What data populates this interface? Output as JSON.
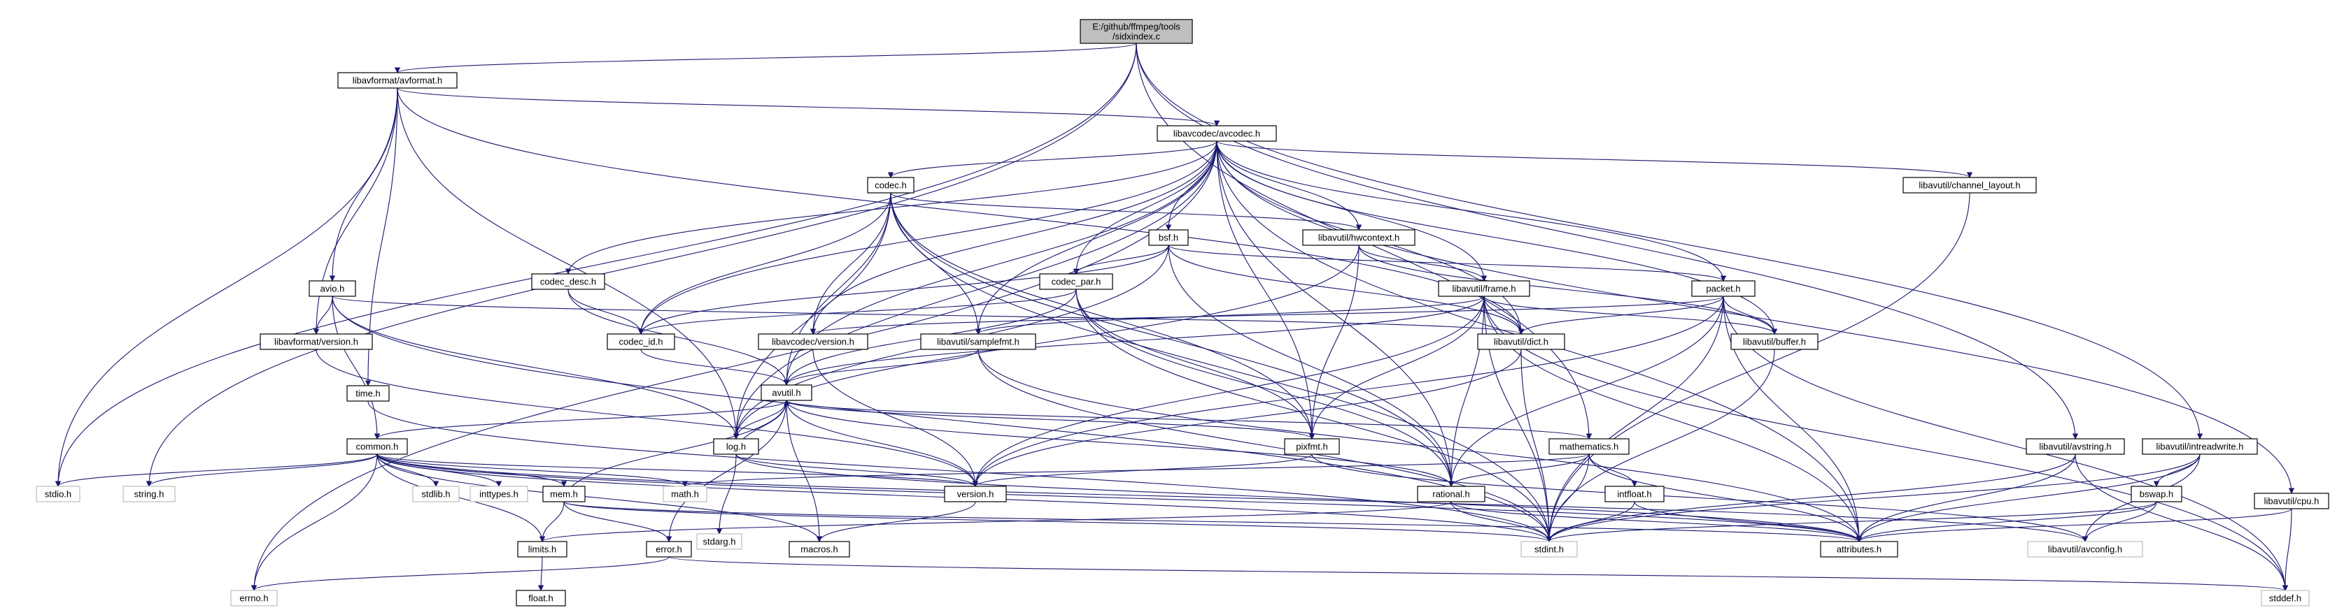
{
  "root": "E:/github/ffmpeg/tools\n/sidxindex.c",
  "nodes": [
    {
      "id": "root",
      "label": "E:/github/ffmpeg/tools\n/sidxindex.c",
      "kind": "root"
    },
    {
      "id": "avformat",
      "label": "libavformat/avformat.h",
      "kind": "normal"
    },
    {
      "id": "avcodec",
      "label": "libavcodec/avcodec.h",
      "kind": "normal"
    },
    {
      "id": "codec",
      "label": "codec.h",
      "kind": "normal"
    },
    {
      "id": "bsf",
      "label": "bsf.h",
      "kind": "normal"
    },
    {
      "id": "hwcontext",
      "label": "libavutil/hwcontext.h",
      "kind": "normal"
    },
    {
      "id": "channel_layout",
      "label": "libavutil/channel_layout.h",
      "kind": "normal"
    },
    {
      "id": "codec_desc",
      "label": "codec_desc.h",
      "kind": "normal"
    },
    {
      "id": "codec_par",
      "label": "codec_par.h",
      "kind": "normal"
    },
    {
      "id": "frame",
      "label": "libavutil/frame.h",
      "kind": "normal"
    },
    {
      "id": "packet",
      "label": "packet.h",
      "kind": "normal"
    },
    {
      "id": "avio",
      "label": "avio.h",
      "kind": "normal"
    },
    {
      "id": "lavf_version",
      "label": "libavformat/version.h",
      "kind": "normal"
    },
    {
      "id": "codec_id",
      "label": "codec_id.h",
      "kind": "normal"
    },
    {
      "id": "lavc_version",
      "label": "libavcodec/version.h",
      "kind": "normal"
    },
    {
      "id": "samplefmt",
      "label": "libavutil/samplefmt.h",
      "kind": "normal"
    },
    {
      "id": "dict",
      "label": "libavutil/dict.h",
      "kind": "normal"
    },
    {
      "id": "buffer",
      "label": "libavutil/buffer.h",
      "kind": "normal"
    },
    {
      "id": "time",
      "label": "time.h",
      "kind": "normal"
    },
    {
      "id": "avutil",
      "label": "avutil.h",
      "kind": "normal"
    },
    {
      "id": "common",
      "label": "common.h",
      "kind": "normal"
    },
    {
      "id": "log",
      "label": "log.h",
      "kind": "normal"
    },
    {
      "id": "pixfmt",
      "label": "pixfmt.h",
      "kind": "normal"
    },
    {
      "id": "mathematics",
      "label": "mathematics.h",
      "kind": "normal"
    },
    {
      "id": "avstring",
      "label": "libavutil/avstring.h",
      "kind": "normal"
    },
    {
      "id": "intreadwrite",
      "label": "libavutil/intreadwrite.h",
      "kind": "normal"
    },
    {
      "id": "stdio",
      "label": "stdio.h",
      "kind": "missing"
    },
    {
      "id": "string",
      "label": "string.h",
      "kind": "missing"
    },
    {
      "id": "stdlib",
      "label": "stdlib.h",
      "kind": "missing"
    },
    {
      "id": "inttypes",
      "label": "inttypes.h",
      "kind": "missing"
    },
    {
      "id": "mem",
      "label": "mem.h",
      "kind": "normal"
    },
    {
      "id": "math",
      "label": "math.h",
      "kind": "missing"
    },
    {
      "id": "version",
      "label": "version.h",
      "kind": "normal"
    },
    {
      "id": "rational",
      "label": "rational.h",
      "kind": "normal"
    },
    {
      "id": "intfloat",
      "label": "intfloat.h",
      "kind": "normal"
    },
    {
      "id": "bswap",
      "label": "bswap.h",
      "kind": "normal"
    },
    {
      "id": "cpu",
      "label": "libavutil/cpu.h",
      "kind": "normal"
    },
    {
      "id": "stdarg",
      "label": "stdarg.h",
      "kind": "missing"
    },
    {
      "id": "limits",
      "label": "limits.h",
      "kind": "normal"
    },
    {
      "id": "error",
      "label": "error.h",
      "kind": "normal"
    },
    {
      "id": "macros",
      "label": "macros.h",
      "kind": "normal"
    },
    {
      "id": "stdint",
      "label": "stdint.h",
      "kind": "missing"
    },
    {
      "id": "attributes",
      "label": "attributes.h",
      "kind": "normal"
    },
    {
      "id": "avconfig",
      "label": "libavutil/avconfig.h",
      "kind": "missing"
    },
    {
      "id": "errno",
      "label": "errno.h",
      "kind": "missing"
    },
    {
      "id": "float",
      "label": "float.h",
      "kind": "normal"
    },
    {
      "id": "stddef",
      "label": "stddef.h",
      "kind": "missing"
    }
  ],
  "edges": [
    [
      "root",
      "avformat"
    ],
    [
      "root",
      "stdio"
    ],
    [
      "root",
      "string"
    ],
    [
      "root",
      "avstring"
    ],
    [
      "root",
      "intreadwrite"
    ],
    [
      "root",
      "mathematics"
    ],
    [
      "avformat",
      "time"
    ],
    [
      "avformat",
      "stdio"
    ],
    [
      "avformat",
      "avcodec"
    ],
    [
      "avformat",
      "dict"
    ],
    [
      "avformat",
      "log"
    ],
    [
      "avformat",
      "avio"
    ],
    [
      "avformat",
      "lavf_version"
    ],
    [
      "avcodec",
      "errno"
    ],
    [
      "avcodec",
      "codec_desc"
    ],
    [
      "avcodec",
      "codec"
    ],
    [
      "avcodec",
      "bsf"
    ],
    [
      "avcodec",
      "hwcontext"
    ],
    [
      "avcodec",
      "channel_layout"
    ],
    [
      "avcodec",
      "frame"
    ],
    [
      "avcodec",
      "packet"
    ],
    [
      "avcodec",
      "codec_par"
    ],
    [
      "avcodec",
      "codec_id"
    ],
    [
      "avcodec",
      "lavc_version"
    ],
    [
      "avcodec",
      "samplefmt"
    ],
    [
      "avcodec",
      "dict"
    ],
    [
      "avcodec",
      "buffer"
    ],
    [
      "avcodec",
      "avutil"
    ],
    [
      "avcodec",
      "log"
    ],
    [
      "avcodec",
      "pixfmt"
    ],
    [
      "avcodec",
      "rational"
    ],
    [
      "avcodec",
      "attributes"
    ],
    [
      "avcodec",
      "cpu"
    ],
    [
      "codec",
      "hwcontext"
    ],
    [
      "codec",
      "codec_id"
    ],
    [
      "codec",
      "lavc_version"
    ],
    [
      "codec",
      "samplefmt"
    ],
    [
      "codec",
      "avutil"
    ],
    [
      "codec",
      "log"
    ],
    [
      "codec",
      "pixfmt"
    ],
    [
      "codec",
      "rational"
    ],
    [
      "codec",
      "stdint"
    ],
    [
      "bsf",
      "codec_par"
    ],
    [
      "bsf",
      "packet"
    ],
    [
      "bsf",
      "codec_id"
    ],
    [
      "bsf",
      "dict"
    ],
    [
      "bsf",
      "log"
    ],
    [
      "bsf",
      "rational"
    ],
    [
      "hwcontext",
      "frame"
    ],
    [
      "hwcontext",
      "buffer"
    ],
    [
      "hwcontext",
      "pixfmt"
    ],
    [
      "hwcontext",
      "log"
    ],
    [
      "channel_layout",
      "stdint"
    ],
    [
      "codec_desc",
      "codec_id"
    ],
    [
      "codec_desc",
      "avutil"
    ],
    [
      "codec_par",
      "codec_id"
    ],
    [
      "codec_par",
      "avutil"
    ],
    [
      "codec_par",
      "pixfmt"
    ],
    [
      "codec_par",
      "rational"
    ],
    [
      "codec_par",
      "stdint"
    ],
    [
      "frame",
      "avutil"
    ],
    [
      "frame",
      "dict"
    ],
    [
      "frame",
      "buffer"
    ],
    [
      "frame",
      "pixfmt"
    ],
    [
      "frame",
      "samplefmt"
    ],
    [
      "frame",
      "rational"
    ],
    [
      "frame",
      "version"
    ],
    [
      "frame",
      "stdint"
    ],
    [
      "frame",
      "stddef"
    ],
    [
      "frame",
      "attributes"
    ],
    [
      "packet",
      "attributes"
    ],
    [
      "packet",
      "buffer"
    ],
    [
      "packet",
      "dict"
    ],
    [
      "packet",
      "rational"
    ],
    [
      "packet",
      "version"
    ],
    [
      "packet",
      "stdint"
    ],
    [
      "packet",
      "stddef"
    ],
    [
      "packet",
      "lavc_version"
    ],
    [
      "avio",
      "common"
    ],
    [
      "avio",
      "dict"
    ],
    [
      "avio",
      "log"
    ],
    [
      "avio",
      "lavf_version"
    ],
    [
      "avio",
      "stdint"
    ],
    [
      "lavf_version",
      "version"
    ],
    [
      "codec_id",
      "avutil"
    ],
    [
      "lavc_version",
      "version"
    ],
    [
      "samplefmt",
      "avutil"
    ],
    [
      "samplefmt",
      "attributes"
    ],
    [
      "samplefmt",
      "stdint"
    ],
    [
      "dict",
      "stdint"
    ],
    [
      "dict",
      "version"
    ],
    [
      "buffer",
      "stdint"
    ],
    [
      "time",
      "stdint"
    ],
    [
      "avutil",
      "common"
    ],
    [
      "avutil",
      "error"
    ],
    [
      "avutil",
      "macros"
    ],
    [
      "avutil",
      "mathematics"
    ],
    [
      "avutil",
      "rational"
    ],
    [
      "avutil",
      "version"
    ],
    [
      "avutil",
      "log"
    ],
    [
      "avutil",
      "pixfmt"
    ],
    [
      "common",
      "errno"
    ],
    [
      "common",
      "inttypes"
    ],
    [
      "common",
      "limits"
    ],
    [
      "common",
      "math"
    ],
    [
      "common",
      "stdint"
    ],
    [
      "common",
      "stdio"
    ],
    [
      "common",
      "stdlib"
    ],
    [
      "common",
      "string"
    ],
    [
      "common",
      "attributes"
    ],
    [
      "common",
      "macros"
    ],
    [
      "common",
      "version"
    ],
    [
      "common",
      "avconfig"
    ],
    [
      "common",
      "mem"
    ],
    [
      "log",
      "stdarg"
    ],
    [
      "log",
      "attributes"
    ],
    [
      "log",
      "version"
    ],
    [
      "log",
      "avutil"
    ],
    [
      "pixfmt",
      "version"
    ],
    [
      "pixfmt",
      "avconfig"
    ],
    [
      "mathematics",
      "stdint"
    ],
    [
      "mathematics",
      "math"
    ],
    [
      "mathematics",
      "attributes"
    ],
    [
      "mathematics",
      "rational"
    ],
    [
      "mathematics",
      "intfloat"
    ],
    [
      "avstring",
      "stddef"
    ],
    [
      "avstring",
      "stdint"
    ],
    [
      "avstring",
      "attributes"
    ],
    [
      "intreadwrite",
      "stdint"
    ],
    [
      "intreadwrite",
      "avconfig"
    ],
    [
      "intreadwrite",
      "attributes"
    ],
    [
      "intreadwrite",
      "bswap"
    ],
    [
      "mem",
      "limits"
    ],
    [
      "mem",
      "stdint"
    ],
    [
      "mem",
      "attributes"
    ],
    [
      "mem",
      "error"
    ],
    [
      "mem",
      "avutil"
    ],
    [
      "rational",
      "stdint"
    ],
    [
      "rational",
      "limits"
    ],
    [
      "rational",
      "attributes"
    ],
    [
      "intfloat",
      "stdint"
    ],
    [
      "intfloat",
      "attributes"
    ],
    [
      "bswap",
      "stdint"
    ],
    [
      "bswap",
      "avconfig"
    ],
    [
      "bswap",
      "attributes"
    ],
    [
      "cpu",
      "stddef"
    ],
    [
      "cpu",
      "attributes"
    ],
    [
      "limits",
      "float"
    ],
    [
      "error",
      "errno"
    ],
    [
      "error",
      "stddef"
    ],
    [
      "version",
      "macros"
    ]
  ]
}
